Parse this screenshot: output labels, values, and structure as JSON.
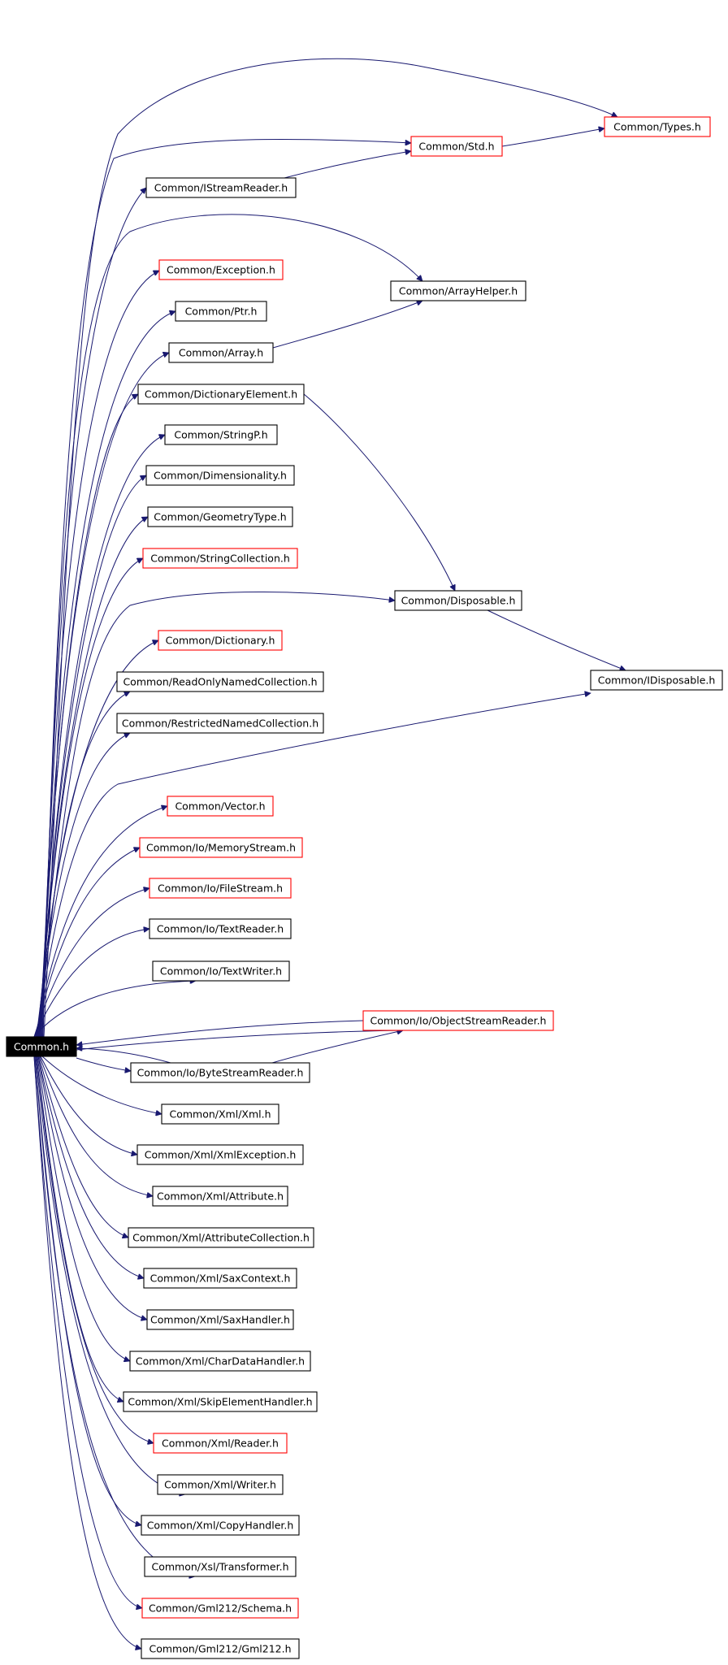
{
  "colors": {
    "edge": "#191970",
    "node_border": "#000000",
    "incomplete_node_border": "#ff0000",
    "root_fill": "#000000",
    "root_text": "#ffffff",
    "background": "#ffffff"
  },
  "graph": {
    "root": "Common.h",
    "nodes": [
      {
        "id": "common",
        "label": "Common.h",
        "style": "root"
      },
      {
        "id": "types",
        "label": "Common/Types.h",
        "style": "incomplete"
      },
      {
        "id": "std",
        "label": "Common/Std.h",
        "style": "incomplete"
      },
      {
        "id": "istreamreader",
        "label": "Common/IStreamReader.h",
        "style": "normal"
      },
      {
        "id": "exception",
        "label": "Common/Exception.h",
        "style": "incomplete"
      },
      {
        "id": "arrayhelper",
        "label": "Common/ArrayHelper.h",
        "style": "normal"
      },
      {
        "id": "ptr",
        "label": "Common/Ptr.h",
        "style": "normal"
      },
      {
        "id": "array",
        "label": "Common/Array.h",
        "style": "normal"
      },
      {
        "id": "dictelem",
        "label": "Common/DictionaryElement.h",
        "style": "normal"
      },
      {
        "id": "stringp",
        "label": "Common/StringP.h",
        "style": "normal"
      },
      {
        "id": "dimensionality",
        "label": "Common/Dimensionality.h",
        "style": "normal"
      },
      {
        "id": "geometrytype",
        "label": "Common/GeometryType.h",
        "style": "normal"
      },
      {
        "id": "stringcollection",
        "label": "Common/StringCollection.h",
        "style": "incomplete"
      },
      {
        "id": "disposable",
        "label": "Common/Disposable.h",
        "style": "normal"
      },
      {
        "id": "dictionary",
        "label": "Common/Dictionary.h",
        "style": "incomplete"
      },
      {
        "id": "idisposable",
        "label": "Common/IDisposable.h",
        "style": "normal"
      },
      {
        "id": "readonlynamed",
        "label": "Common/ReadOnlyNamedCollection.h",
        "style": "normal"
      },
      {
        "id": "restrictednamed",
        "label": "Common/RestrictedNamedCollection.h",
        "style": "normal"
      },
      {
        "id": "vector",
        "label": "Common/Vector.h",
        "style": "incomplete"
      },
      {
        "id": "memorystream",
        "label": "Common/Io/MemoryStream.h",
        "style": "incomplete"
      },
      {
        "id": "filestream",
        "label": "Common/Io/FileStream.h",
        "style": "incomplete"
      },
      {
        "id": "textreader",
        "label": "Common/Io/TextReader.h",
        "style": "normal"
      },
      {
        "id": "textwriter",
        "label": "Common/Io/TextWriter.h",
        "style": "normal"
      },
      {
        "id": "objectstreamreader",
        "label": "Common/Io/ObjectStreamReader.h",
        "style": "incomplete"
      },
      {
        "id": "bytestreamreader",
        "label": "Common/Io/ByteStreamReader.h",
        "style": "normal"
      },
      {
        "id": "xml",
        "label": "Common/Xml/Xml.h",
        "style": "normal"
      },
      {
        "id": "xmlexception",
        "label": "Common/Xml/XmlException.h",
        "style": "normal"
      },
      {
        "id": "attribute",
        "label": "Common/Xml/Attribute.h",
        "style": "normal"
      },
      {
        "id": "attributecollection",
        "label": "Common/Xml/AttributeCollection.h",
        "style": "normal"
      },
      {
        "id": "saxcontext",
        "label": "Common/Xml/SaxContext.h",
        "style": "normal"
      },
      {
        "id": "saxhandler",
        "label": "Common/Xml/SaxHandler.h",
        "style": "normal"
      },
      {
        "id": "chardatahandler",
        "label": "Common/Xml/CharDataHandler.h",
        "style": "normal"
      },
      {
        "id": "skipelementhandler",
        "label": "Common/Xml/SkipElementHandler.h",
        "style": "normal"
      },
      {
        "id": "reader",
        "label": "Common/Xml/Reader.h",
        "style": "incomplete"
      },
      {
        "id": "writer",
        "label": "Common/Xml/Writer.h",
        "style": "normal"
      },
      {
        "id": "copyhandler",
        "label": "Common/Xml/CopyHandler.h",
        "style": "normal"
      },
      {
        "id": "transformer",
        "label": "Common/Xsl/Transformer.h",
        "style": "normal"
      },
      {
        "id": "schema",
        "label": "Common/Gml212/Schema.h",
        "style": "incomplete"
      },
      {
        "id": "gml212",
        "label": "Common/Gml212/Gml212.h",
        "style": "normal"
      }
    ],
    "edges": [
      {
        "from": "common",
        "to": "types"
      },
      {
        "from": "common",
        "to": "std"
      },
      {
        "from": "common",
        "to": "istreamreader"
      },
      {
        "from": "common",
        "to": "arrayhelper"
      },
      {
        "from": "common",
        "to": "exception"
      },
      {
        "from": "common",
        "to": "ptr"
      },
      {
        "from": "common",
        "to": "array"
      },
      {
        "from": "common",
        "to": "dictelem"
      },
      {
        "from": "common",
        "to": "stringp"
      },
      {
        "from": "common",
        "to": "dimensionality"
      },
      {
        "from": "common",
        "to": "geometrytype"
      },
      {
        "from": "common",
        "to": "stringcollection"
      },
      {
        "from": "common",
        "to": "disposable"
      },
      {
        "from": "common",
        "to": "dictionary"
      },
      {
        "from": "common",
        "to": "readonlynamed"
      },
      {
        "from": "common",
        "to": "restrictednamed"
      },
      {
        "from": "common",
        "to": "idisposable"
      },
      {
        "from": "common",
        "to": "vector"
      },
      {
        "from": "common",
        "to": "memorystream"
      },
      {
        "from": "common",
        "to": "filestream"
      },
      {
        "from": "common",
        "to": "textreader"
      },
      {
        "from": "common",
        "to": "textwriter"
      },
      {
        "from": "common",
        "to": "objectstreamreader"
      },
      {
        "from": "common",
        "to": "bytestreamreader"
      },
      {
        "from": "common",
        "to": "xml"
      },
      {
        "from": "common",
        "to": "xmlexception"
      },
      {
        "from": "common",
        "to": "attribute"
      },
      {
        "from": "common",
        "to": "attributecollection"
      },
      {
        "from": "common",
        "to": "saxcontext"
      },
      {
        "from": "common",
        "to": "saxhandler"
      },
      {
        "from": "common",
        "to": "chardatahandler"
      },
      {
        "from": "common",
        "to": "skipelementhandler"
      },
      {
        "from": "common",
        "to": "reader"
      },
      {
        "from": "common",
        "to": "writer"
      },
      {
        "from": "common",
        "to": "copyhandler"
      },
      {
        "from": "common",
        "to": "transformer"
      },
      {
        "from": "common",
        "to": "schema"
      },
      {
        "from": "common",
        "to": "gml212"
      },
      {
        "from": "std",
        "to": "types"
      },
      {
        "from": "istreamreader",
        "to": "std"
      },
      {
        "from": "array",
        "to": "arrayhelper"
      },
      {
        "from": "dictelem",
        "to": "disposable"
      },
      {
        "from": "disposable",
        "to": "idisposable"
      },
      {
        "from": "objectstreamreader",
        "to": "common"
      },
      {
        "from": "bytestreamreader",
        "to": "common"
      },
      {
        "from": "bytestreamreader",
        "to": "objectstreamreader"
      }
    ]
  }
}
